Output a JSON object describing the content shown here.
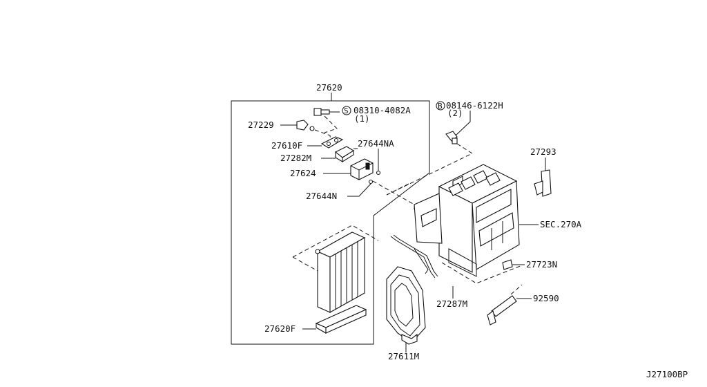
{
  "labels": {
    "p27620": "27620",
    "s_code": "S",
    "p08310": "08310-4082A",
    "p08310_qty": "(1)",
    "p27229": "27229",
    "p27610F": "27610F",
    "p27644NA": "27644NA",
    "p27282M": "27282M",
    "p27624": "27624",
    "p27644N": "27644N",
    "b_code": "B",
    "p08146": "08146-6122H",
    "p08146_qty": "(2)",
    "p27293": "27293",
    "sec270A": "SEC.270A",
    "p27723N": "27723N",
    "p92590": "92590",
    "p27287M": "27287M",
    "p27620F": "27620F",
    "p27611M": "27611M",
    "diagram_code": "J27100BP"
  }
}
